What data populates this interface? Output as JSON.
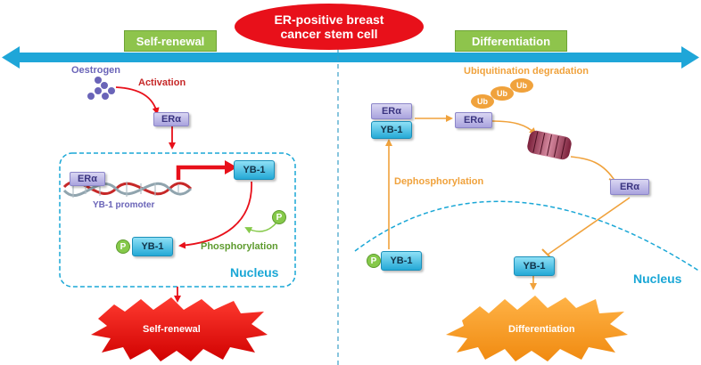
{
  "title": "ER-positive breast cancer stem cell",
  "left_header": "Self-renewal",
  "right_header": "Differentiation",
  "left": {
    "oestrogen": "Oestrogen",
    "activation": "Activation",
    "era_top": "ERα",
    "era_dna": "ERα",
    "yb1_right": "YB-1",
    "promoter": "YB-1 promoter",
    "p_label": "P",
    "p_yb1_p": "P",
    "p_yb1": "YB-1",
    "phosphorylation": "Phosphorylation",
    "nucleus": "Nucleus",
    "outcome": "Self-renewal"
  },
  "right": {
    "complex_era": "ERα",
    "complex_yb1": "YB-1",
    "ub_degradation": "Ubiquitination degradation",
    "ub_labels": [
      "Ub",
      "Ub",
      "Ub"
    ],
    "era_mid": "ERα",
    "era_right": "ERα",
    "dephosphorylation": "Dephosphorylation",
    "p_yb1_p": "P",
    "p_yb1": "YB-1",
    "yb1_nucleus": "YB-1",
    "nucleus": "Nucleus",
    "outcome": "Differentiation"
  },
  "colors": {
    "red": "#e8101a",
    "green": "#8ec44c",
    "orange": "#f0a23c",
    "cyan": "#1aa7d6",
    "purple": "#6a64b8",
    "arrow_blue": "#1fa6d8"
  }
}
